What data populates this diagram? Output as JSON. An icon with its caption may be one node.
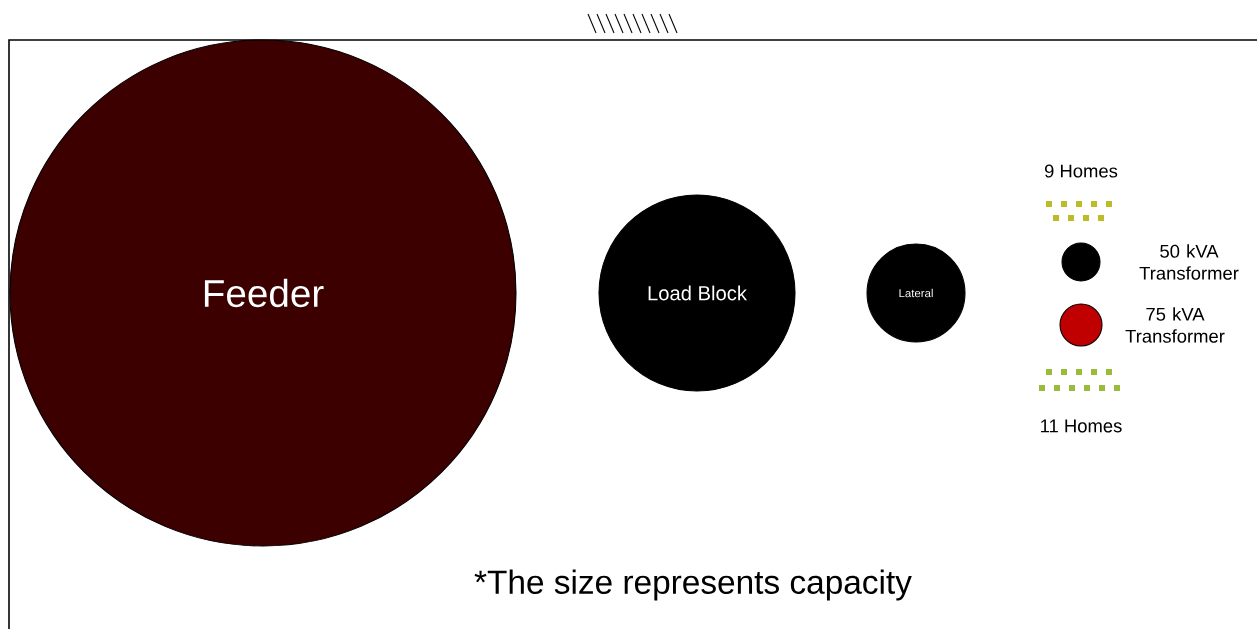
{
  "diagram": {
    "nodes": [
      {
        "text": [
          "Feeder"
        ]
      },
      {
        "text": [
          "Load Block"
        ]
      },
      {
        "text": [
          "Lateral"
        ]
      }
    ],
    "labels": [
      "*The size represents capacity"
    ],
    "legend": [
      {
        "text": "9 Homes",
        "color": "#bcbc28"
      },
      {
        "text": "50 kVA Transformer",
        "color": "#000000"
      },
      {
        "text": "75 kVA Transformer",
        "color": "#c00000"
      },
      {
        "text": "11 Homes",
        "color": "#9bbb3a"
      }
    ]
  }
}
